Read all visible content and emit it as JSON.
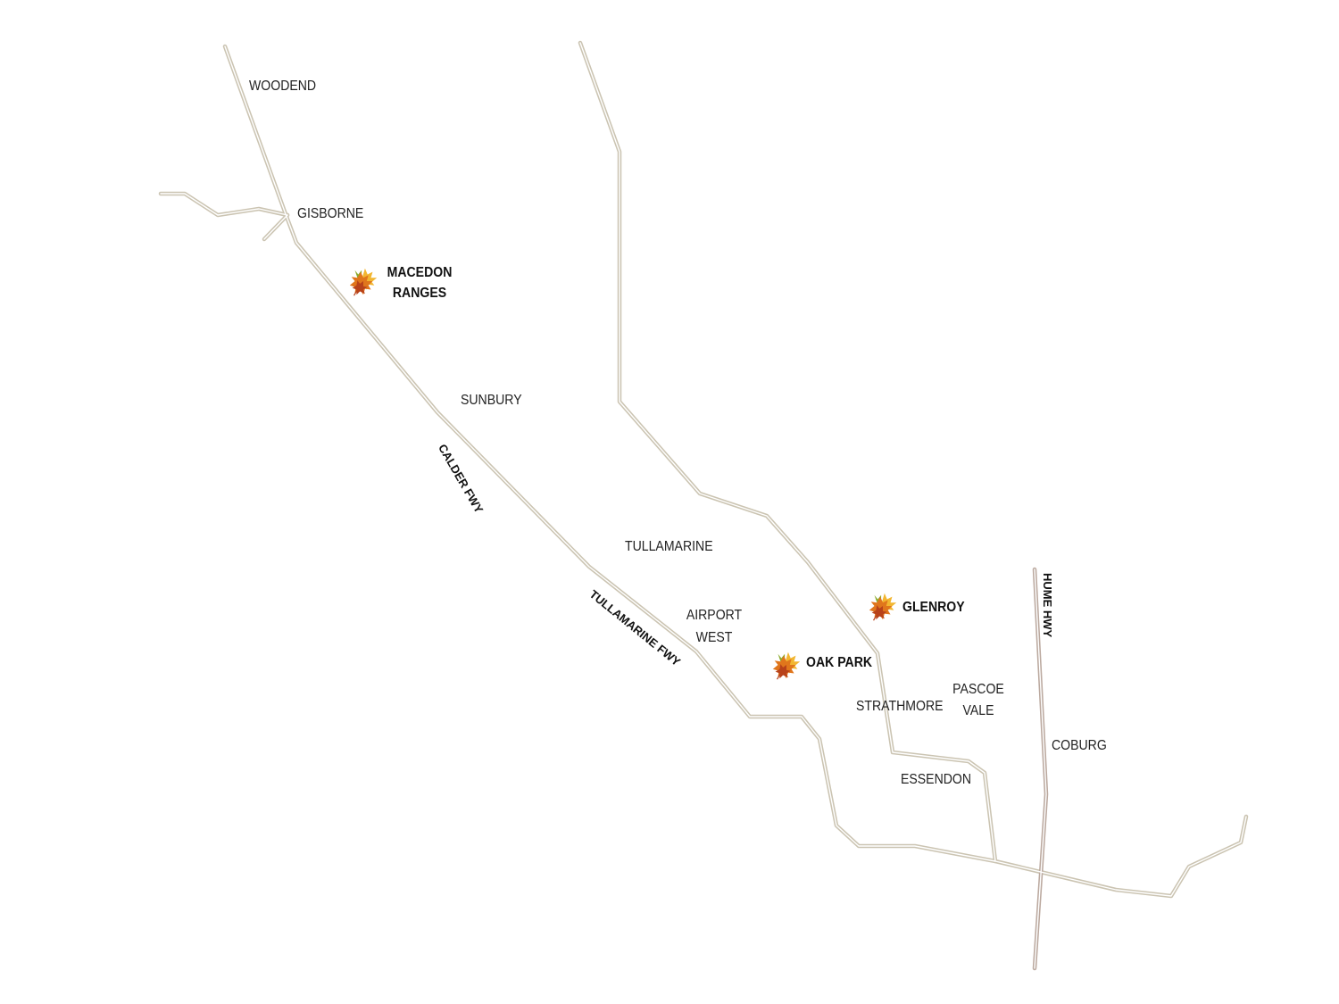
{
  "map": {
    "places": [
      {
        "id": "woodend",
        "name": "WOODEND"
      },
      {
        "id": "gisborne",
        "name": "GISBORNE"
      },
      {
        "id": "sunbury",
        "name": "SUNBURY"
      },
      {
        "id": "tullamarine",
        "name": "TULLAMARINE"
      },
      {
        "id": "airport-west",
        "name": "AIRPORT\nWEST"
      },
      {
        "id": "strathmore",
        "name": "STRATHMORE"
      },
      {
        "id": "pascoe-vale",
        "name": "PASCOE\nVALE"
      },
      {
        "id": "coburg",
        "name": "COBURG"
      },
      {
        "id": "essendon",
        "name": "ESSENDON"
      }
    ],
    "highlights": [
      {
        "id": "macedon-ranges",
        "name": "MACEDON\nRANGES",
        "icon": "maple-leaf-icon"
      },
      {
        "id": "glenroy",
        "name": "GLENROY",
        "icon": "maple-leaf-icon"
      },
      {
        "id": "oak-park",
        "name": "OAK PARK",
        "icon": "maple-leaf-icon"
      }
    ],
    "roads": {
      "calder": "CALDER FWY",
      "tullamarine": "TULLAMARINE FWY",
      "hume": "HUME HWY"
    },
    "colors": {
      "road": "#cbc4b2",
      "road_center": "#ffffff",
      "hume_road": "#bba99f",
      "leaf_orange": "#e0761c",
      "leaf_red": "#b8421a",
      "leaf_yellow": "#f2b630",
      "leaf_green": "#8bab2c"
    }
  }
}
